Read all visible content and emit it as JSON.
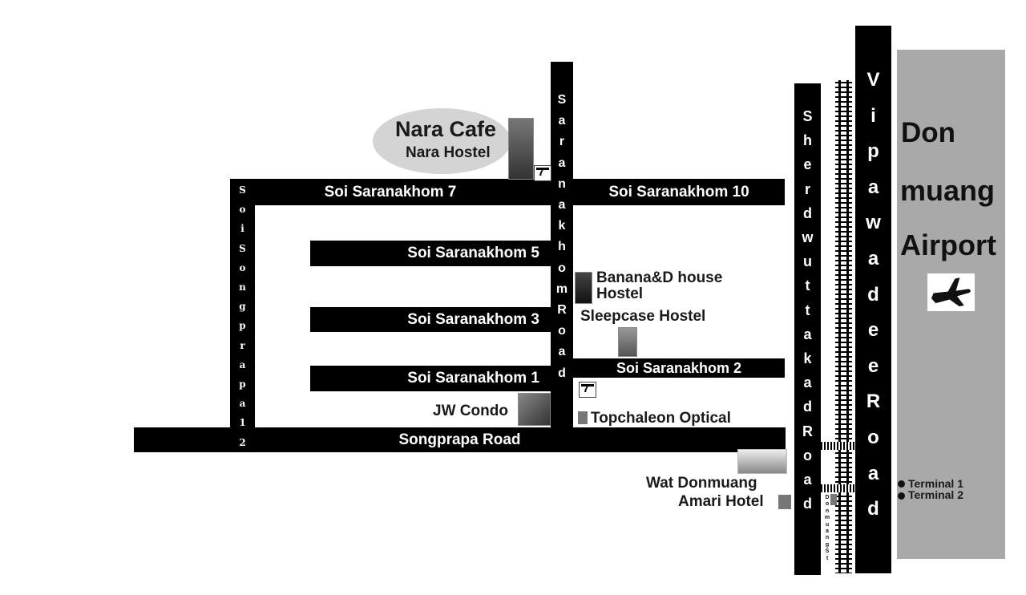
{
  "roads": {
    "soi7": "Soi Saranakhom 7",
    "soi10": "Soi Saranakhom 10",
    "soi5": "Soi Saranakhom 5",
    "soi3": "Soi Saranakhom 3",
    "soi2": "Soi Saranakhom 2",
    "soi1": "Soi Saranakhom 1",
    "songprapa": "Songprapa Road",
    "soi_songprapa_12": [
      "S",
      "o",
      "i",
      "S",
      "o",
      "n",
      "g",
      "p",
      "r",
      "a",
      "p",
      "a",
      "1",
      "2"
    ],
    "saranakhom_road": [
      "S",
      "a",
      "r",
      "a",
      "n",
      "a",
      "k",
      "h",
      "o",
      "m",
      "R",
      "o",
      "a",
      "d"
    ],
    "sherdwuttakad_road": [
      "S",
      "h",
      "e",
      "r",
      "d",
      "w",
      "u",
      "t",
      "t",
      "a",
      "k",
      "a",
      "d",
      "R",
      "o",
      "a",
      "d"
    ],
    "vipawadee_road": [
      "V",
      "i",
      "p",
      "a",
      "w",
      "a",
      "d",
      "e",
      "e",
      "R",
      "o",
      "a",
      "d"
    ],
    "donmuang_station": [
      "D",
      "o",
      "n",
      "m",
      "u",
      "a",
      "n",
      "g",
      "S",
      "t"
    ]
  },
  "places": {
    "nara_cafe": "Nara Cafe",
    "nara_hostel": "Nara Hostel",
    "banana_line1": "Banana&D house",
    "banana_line2": "Hostel",
    "sleepcase": "Sleepcase Hostel",
    "jw_condo": "JW Condo",
    "topchaleon": "Topchaleon Optical",
    "wat_donmuang": "Wat Donmuang",
    "amari": "Amari Hotel"
  },
  "airport": {
    "line1": "Don",
    "line2": "muang",
    "line3": "Airport",
    "terminal1": "Terminal 1",
    "terminal2": "Terminal 2",
    "icon": "airplane-icon"
  },
  "colors": {
    "road": "#000000",
    "airport": "#a9a9a9",
    "cafe_ellipse": "#d4d4d4"
  }
}
